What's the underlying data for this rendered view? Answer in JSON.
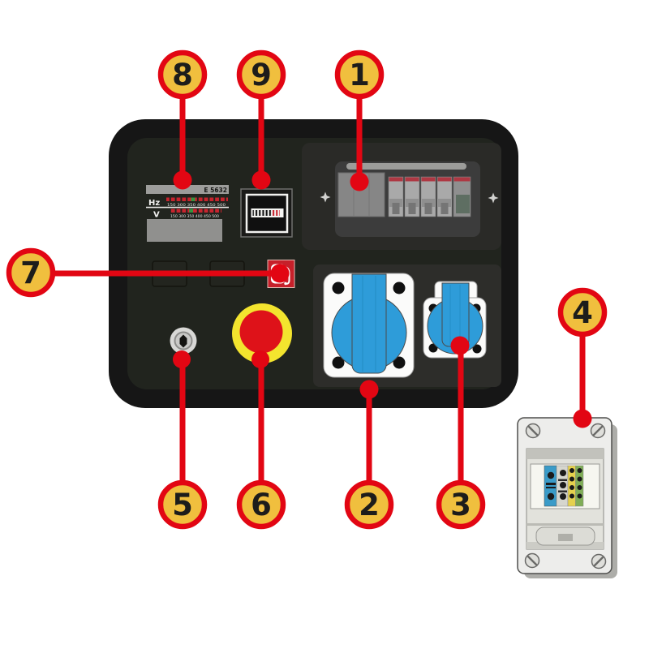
{
  "diagram": {
    "type": "numbered-callout-diagram",
    "device": "generator control panel"
  },
  "callouts": [
    {
      "label": "1"
    },
    {
      "label": "2"
    },
    {
      "label": "3"
    },
    {
      "label": "4"
    },
    {
      "label": "5"
    },
    {
      "label": "6"
    },
    {
      "label": "7"
    },
    {
      "label": "8"
    },
    {
      "label": "9"
    }
  ],
  "meter": {
    "model_label": "E 5632",
    "hz_label": "Hz",
    "v_label": "V",
    "hz_ticks": "150 300 350 400 450 500",
    "v_ticks": "150 300 350 400 450 500"
  },
  "icons": {
    "fuel": "fuel-pump-icon",
    "key": "key-switch-icon",
    "screw_cross": "phillips-screw-icon",
    "screw_slotted": "slotted-screw-icon"
  },
  "colors": {
    "line_red": "#E20613",
    "callout_fill": "#F0BF3E",
    "callout_number": "#1D1D1B",
    "estop_red": "#DE1219",
    "estop_yellow": "#F3E42E",
    "socket_blue": "#2E9CD9",
    "panel_shell": "#161616",
    "panel_face": "#21241E",
    "breaker_base": "#3C3C3C",
    "breaker_grey": "#A9A9A9",
    "breaker_stripe": "#AE3843",
    "fuel_red": "#C6202A",
    "box_body": "#EDEDEB",
    "terminal_blue": "#3A9BC8",
    "terminal_yellow": "#E5D14E",
    "terminal_green": "#7FAD57",
    "display_grey": "#90908E"
  }
}
